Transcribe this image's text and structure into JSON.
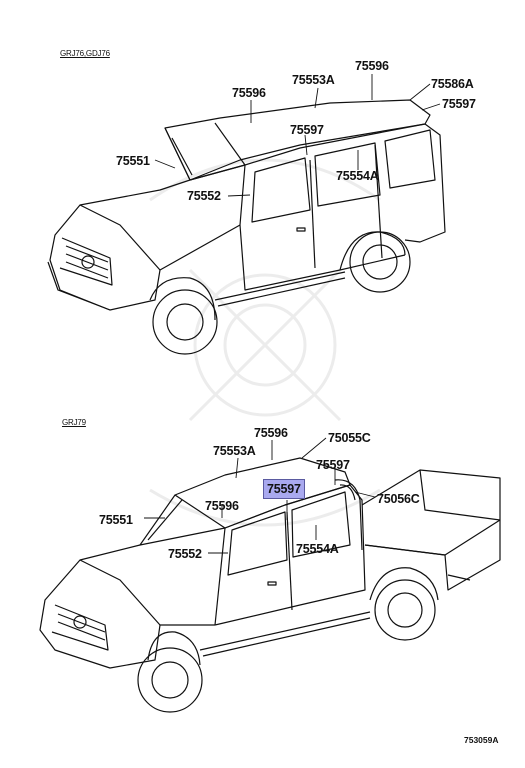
{
  "diagram": {
    "top": {
      "model_label": "GRJ76,GDJ76",
      "parts": {
        "p1": "75596",
        "p2": "75553A",
        "p3": "75596",
        "p4": "75586A",
        "p5": "75597",
        "p6": "75597",
        "p7": "75551",
        "p8": "75554A",
        "p9": "75552"
      }
    },
    "bottom": {
      "model_label": "GRJ79",
      "parts": {
        "p1": "75596",
        "p2": "75055C",
        "p3": "75553A",
        "p4": "75597",
        "p5": "75597",
        "p6": "75056C",
        "p7": "75551",
        "p8": "75596",
        "p9": "75552",
        "p10": "75554A"
      },
      "highlighted_part": "75597"
    },
    "figure_code": "753059A",
    "colors": {
      "highlight": "#a9a9ef",
      "line": "#111111"
    }
  }
}
